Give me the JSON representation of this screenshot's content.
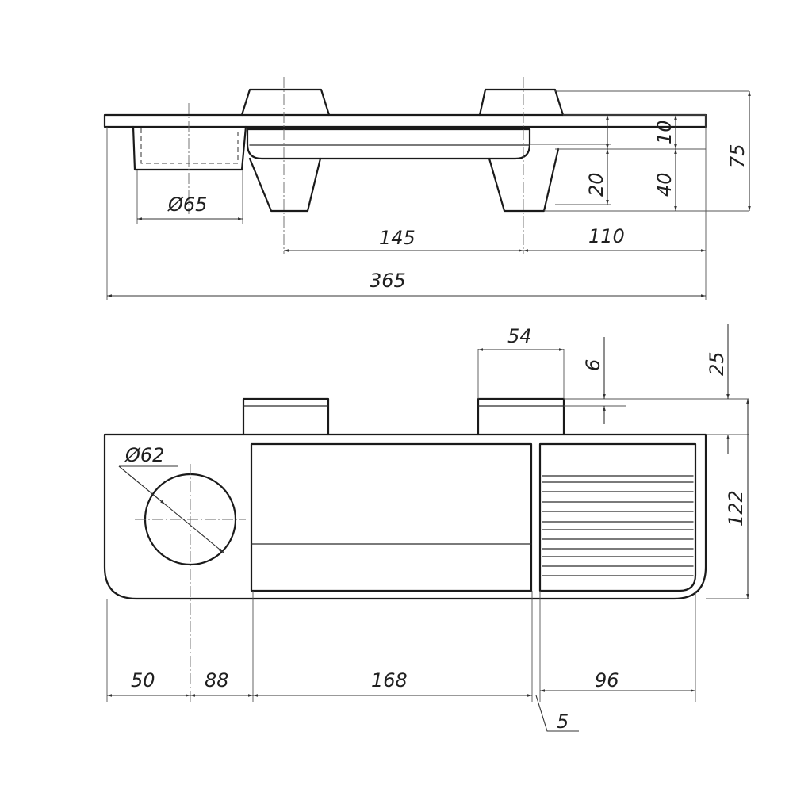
{
  "drawing": {
    "top_view": {
      "dim_diameter": "Ø65",
      "dim_145": "145",
      "dim_110": "110",
      "dim_365": "365",
      "dim_10": "10",
      "dim_20": "20",
      "dim_40": "40",
      "dim_75": "75"
    },
    "front_view": {
      "dim_54": "54",
      "dim_6": "6",
      "dim_25": "25",
      "dim_122": "122",
      "dim_diameter": "Ø62",
      "dim_50": "50",
      "dim_88": "88",
      "dim_168": "168",
      "dim_96": "96",
      "dim_5": "5"
    }
  }
}
